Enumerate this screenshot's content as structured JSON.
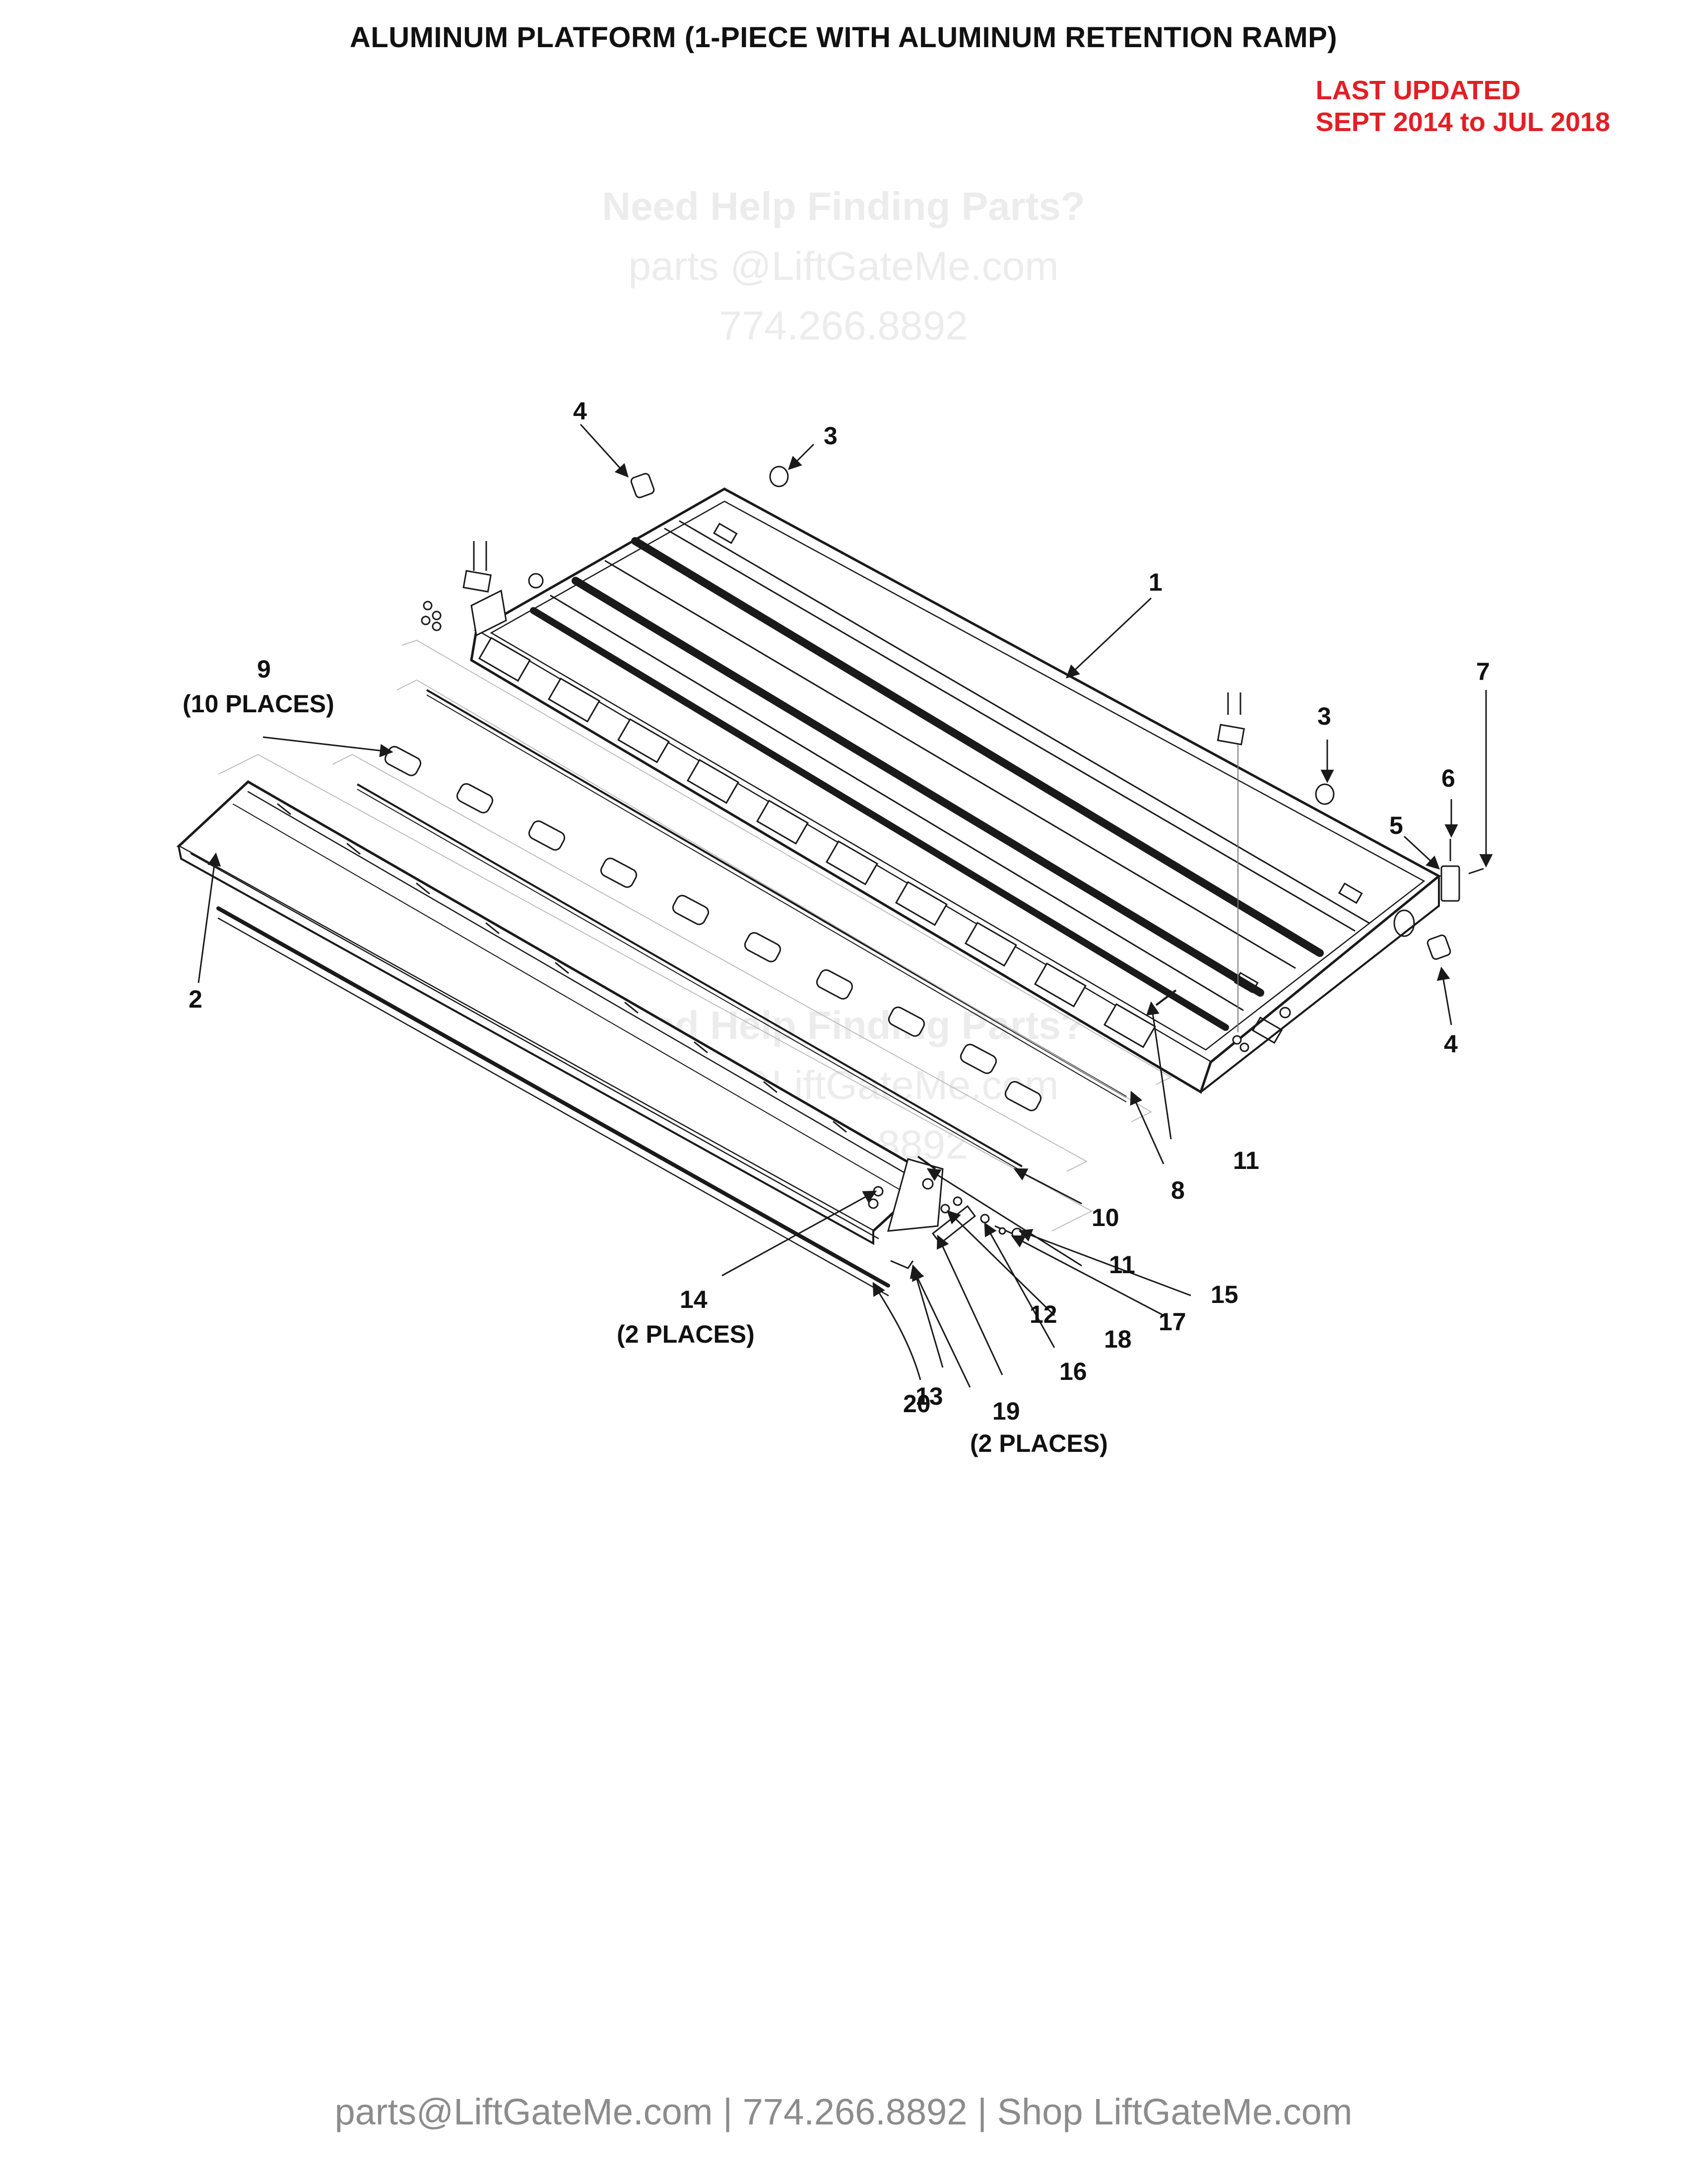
{
  "title": "ALUMINUM PLATFORM (1-PIECE WITH ALUMINUM RETENTION RAMP)",
  "updated": {
    "line1": "LAST UPDATED",
    "line2": "SEPT 2014 to JUL 2018"
  },
  "watermark": {
    "help": "Need Help Finding Parts?",
    "email": "parts @LiftGateMe.com",
    "phone": "774.266.8892"
  },
  "colors": {
    "title": "#111111",
    "updated": "#e31e24",
    "watermark": "#ececec",
    "footer": "#8c8c8c",
    "line": "#1a1a1a"
  },
  "callouts": {
    "c1": "1",
    "c2": "2",
    "c3a": "3",
    "c3b": "3",
    "c4a": "4",
    "c4b": "4",
    "c5": "5",
    "c6": "6",
    "c7": "7",
    "c8": "8",
    "c9": "9",
    "c9_note": "(10 PLACES)",
    "c10": "10",
    "c11a": "11",
    "c11b": "11",
    "c12": "12",
    "c13": "13",
    "c14": "14",
    "c14_note": "(2 PLACES)",
    "c15": "15",
    "c16": "16",
    "c17": "17",
    "c18": "18",
    "c19": "19",
    "c19_note": "(2 PLACES)",
    "c20": "20"
  },
  "footer": "parts@LiftGateMe.com | 774.266.8892 | Shop LiftGateMe.com"
}
